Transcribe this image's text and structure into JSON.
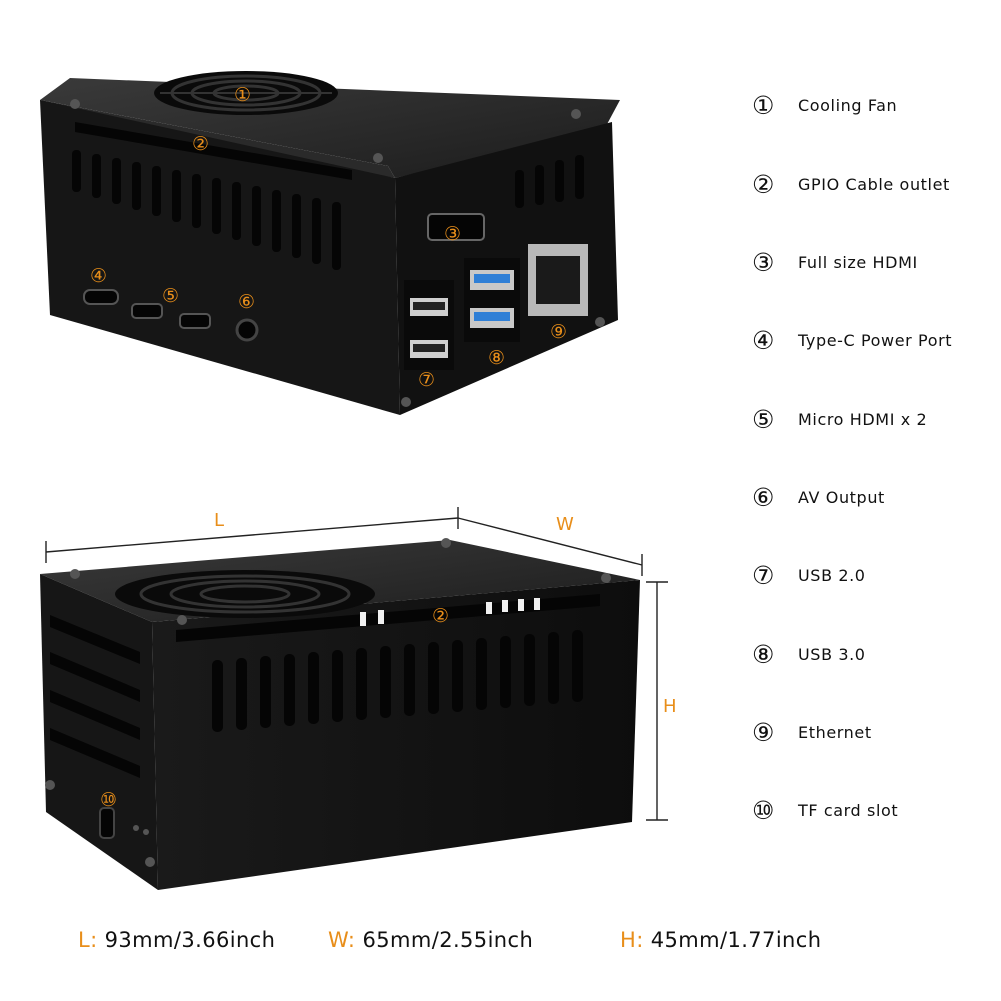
{
  "colors": {
    "accent": "#e88e1a",
    "case": "#141414",
    "text": "#111111"
  },
  "callouts": {
    "top": [
      "①",
      "②",
      "③",
      "④",
      "⑤",
      "⑥",
      "⑦",
      "⑧",
      "⑨"
    ],
    "bottom": [
      "②",
      "⑩"
    ]
  },
  "legend": [
    {
      "num": "①",
      "label": "Cooling Fan"
    },
    {
      "num": "②",
      "label": "GPIO Cable outlet"
    },
    {
      "num": "③",
      "label": "Full size HDMI"
    },
    {
      "num": "④",
      "label": "Type-C Power Port"
    },
    {
      "num": "⑤",
      "label": "Micro HDMI x 2"
    },
    {
      "num": "⑥",
      "label": "AV Output"
    },
    {
      "num": "⑦",
      "label": "USB 2.0"
    },
    {
      "num": "⑧",
      "label": "USB 3.0"
    },
    {
      "num": "⑨",
      "label": "Ethernet"
    },
    {
      "num": "⑩",
      "label": "TF card slot"
    }
  ],
  "axes": {
    "l": "L",
    "w": "W",
    "h": "H"
  },
  "dimensions": [
    {
      "key": "L:",
      "value": "93mm/3.66inch"
    },
    {
      "key": "W:",
      "value": "65mm/2.55inch"
    },
    {
      "key": "H:",
      "value": "45mm/1.77inch"
    }
  ]
}
